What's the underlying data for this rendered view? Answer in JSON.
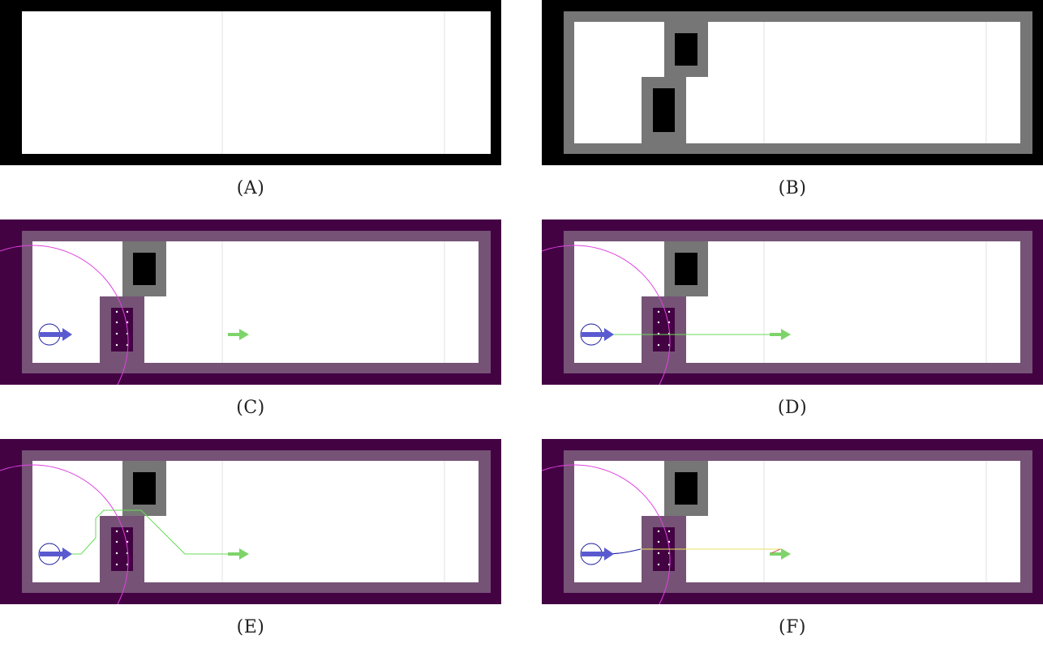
{
  "figure": {
    "captions": {
      "a": "(A)",
      "b": "(B)",
      "c": "(C)",
      "d": "(D)",
      "e": "(E)",
      "f": "(F)"
    }
  },
  "legend_colors": {
    "free_space": "#ffffff",
    "wall_dark": "#000000",
    "inflated_obstacle": "#767676",
    "costmap_lethal": "#430343",
    "costmap_inflation": "#765376",
    "robot_footprint": "#1a1aa0",
    "robot_pose_arrow": "#5a5ad0",
    "goal_arrow": "#7ed46a",
    "global_plan": "#66dd55",
    "local_plan": "#1a1aa0",
    "trajectory": "#e8e060",
    "sensor_range": "#e040e0",
    "obstacle_points": "#ffffff"
  },
  "icons": {
    "robot": "robot-footprint-icon",
    "robot_arrow": "robot-heading-arrow-icon",
    "goal": "goal-arrow-icon"
  }
}
